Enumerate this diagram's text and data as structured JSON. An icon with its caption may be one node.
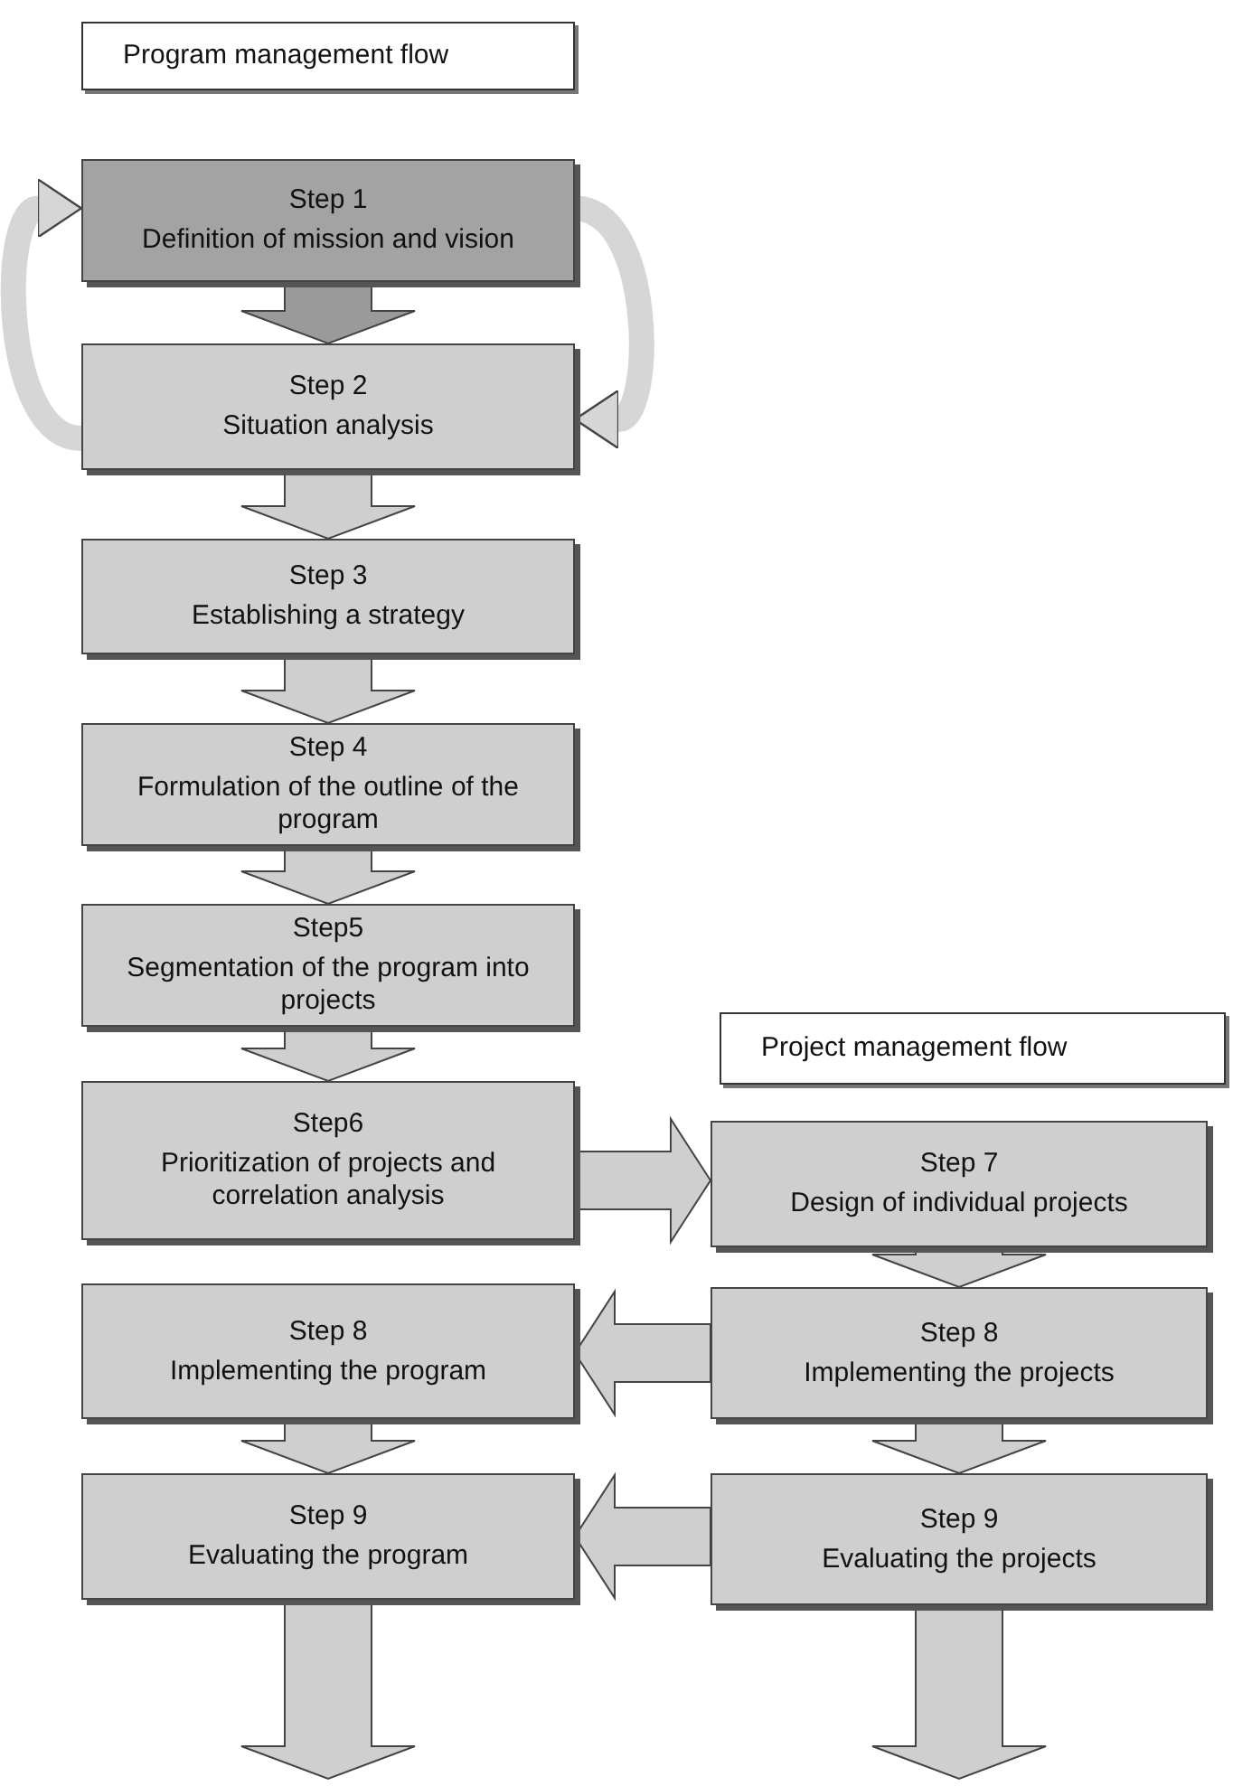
{
  "diagram": {
    "nodes": [
      {
        "text": [
          "Program management flow"
        ]
      },
      {
        "text": [
          "Step 1",
          "Definition of mission and vision"
        ]
      },
      {
        "text": [
          "Step 2",
          "Situation analysis"
        ]
      },
      {
        "text": [
          "Step 3",
          "Establishing a strategy"
        ]
      },
      {
        "text": [
          "Step 4",
          "Formulation of the outline of the program"
        ]
      },
      {
        "text": [
          "Step5",
          "Segmentation of the program into projects"
        ]
      },
      {
        "text": [
          "Step6",
          "Prioritization of projects and correlation analysis"
        ]
      },
      {
        "text": [
          "Project management flow"
        ]
      },
      {
        "text": [
          "Step 7",
          "Design of individual projects"
        ]
      },
      {
        "text": [
          "Step 8",
          "Implementing the program"
        ]
      },
      {
        "text": [
          "Step 8",
          "Implementing the projects"
        ]
      },
      {
        "text": [
          "Step 9",
          "Evaluating the program"
        ]
      },
      {
        "text": [
          "Step 9",
          "Evaluating the projects"
        ]
      }
    ],
    "edges": [
      {
        "from": 1,
        "to": 2,
        "arrow": "to"
      },
      {
        "from": 2,
        "to": 1,
        "arrow": "to"
      },
      {
        "from": 1,
        "to": 2,
        "arrow": "to"
      },
      {
        "from": 2,
        "to": 3,
        "arrow": "to"
      },
      {
        "from": 3,
        "to": 4,
        "arrow": "to"
      },
      {
        "from": 4,
        "to": 5,
        "arrow": "to"
      },
      {
        "from": 5,
        "to": 6,
        "arrow": "to"
      },
      {
        "from": 6,
        "to": 8,
        "arrow": "to"
      },
      {
        "from": 8,
        "to": 10,
        "arrow": "to"
      },
      {
        "from": 10,
        "to": 9,
        "arrow": "to"
      },
      {
        "from": 10,
        "to": 12,
        "arrow": "to"
      },
      {
        "from": 12,
        "to": 11,
        "arrow": "to"
      },
      {
        "from": 9,
        "to": 11,
        "arrow": "to"
      },
      {
        "from": 11,
        "to": null,
        "arrow": "to"
      },
      {
        "from": 12,
        "to": null,
        "arrow": "to"
      }
    ]
  }
}
